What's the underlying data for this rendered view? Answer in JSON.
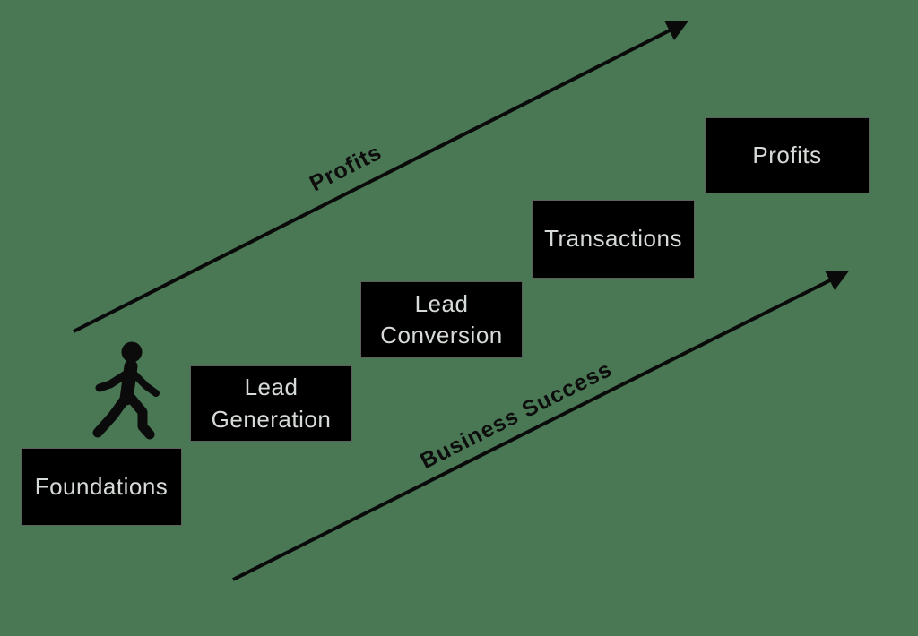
{
  "diagram": {
    "colors": {
      "background": "#4a7854",
      "box_fill": "#000000",
      "box_text": "#d7dbd7",
      "arrow": "#0a0a0a",
      "arrow_label_text": "#0d0d0d"
    },
    "steps": [
      {
        "label": "Foundations"
      },
      {
        "label": "Lead Generation"
      },
      {
        "label": "Lead Conversion"
      },
      {
        "label": "Transactions"
      },
      {
        "label": "Profits"
      }
    ],
    "arrows": {
      "top": {
        "label": "Profits"
      },
      "bottom": {
        "label": "Business Success"
      }
    },
    "icons": {
      "walker": "walking-person-icon"
    }
  }
}
